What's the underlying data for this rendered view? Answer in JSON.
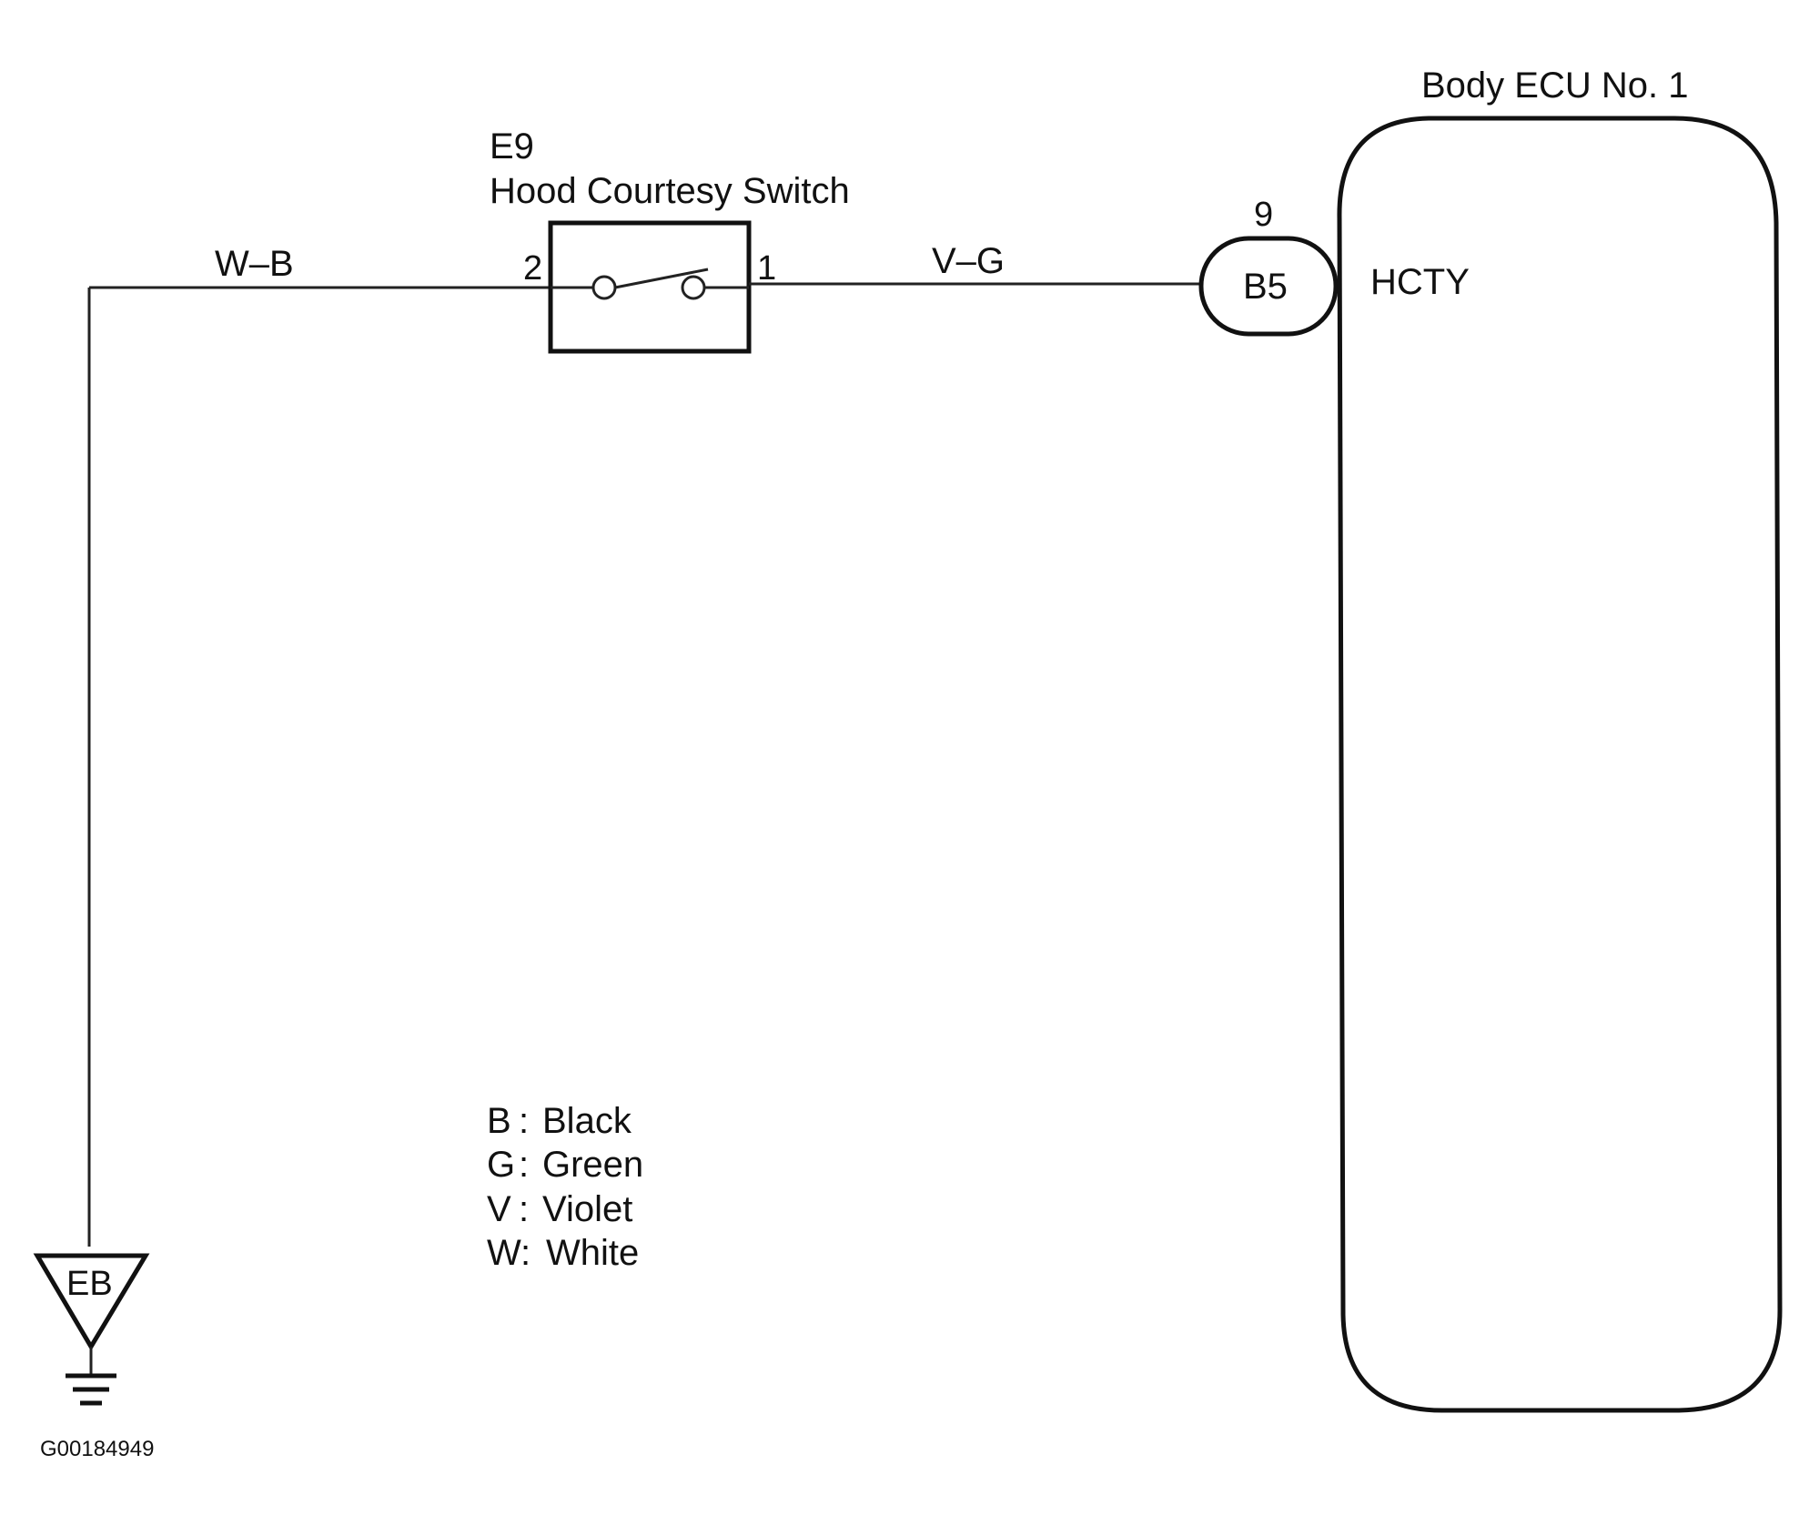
{
  "switch": {
    "code": "E9",
    "name": "Hood Courtesy Switch",
    "pin_left": "2",
    "pin_right": "1"
  },
  "wires": {
    "ground_wire": "W–B",
    "signal_wire": "V–G"
  },
  "connector": {
    "id": "B5",
    "pin": "9"
  },
  "ecu": {
    "name": "Body ECU No. 1",
    "terminal": "HCTY"
  },
  "ground": {
    "label": "EB"
  },
  "legend": [
    {
      "code": "B",
      "color": "Black"
    },
    {
      "code": "G",
      "color": "Green"
    },
    {
      "code": "V",
      "color": "Violet"
    },
    {
      "code": "W",
      "color": "White"
    }
  ],
  "figure_id": "G00184949"
}
